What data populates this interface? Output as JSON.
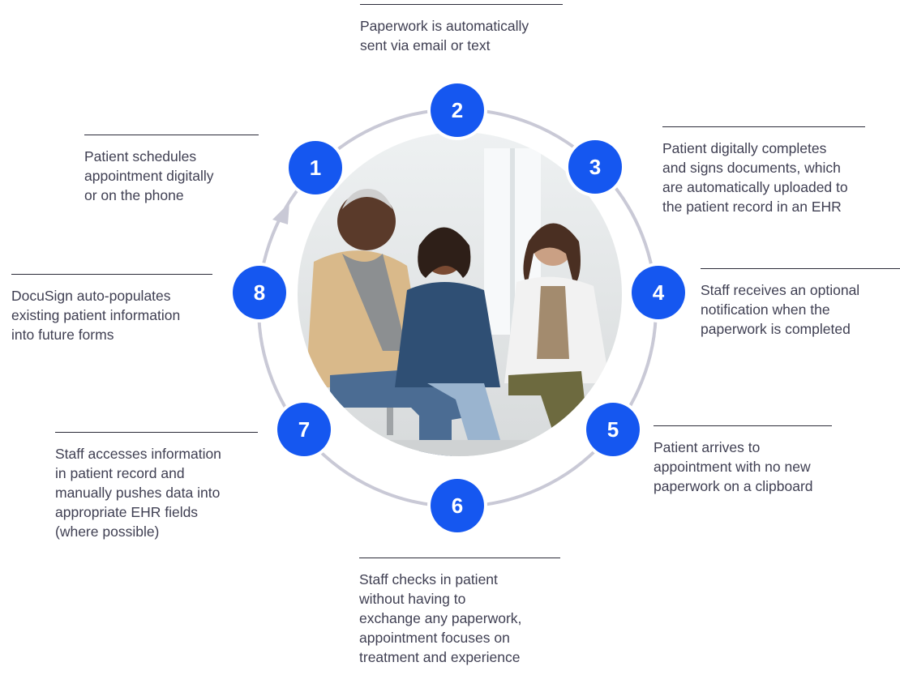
{
  "colors": {
    "badge": "#1557f0",
    "ring": "#c9c9d6",
    "text": "#3f3f52",
    "rule": "#2b2b38"
  },
  "photo": {
    "description_icon": "patients-and-doctor-photo-icon"
  },
  "steps": [
    {
      "number": "1",
      "text": "Patient schedules\nappointment digitally\nor on the phone"
    },
    {
      "number": "2",
      "text": "Paperwork is automatically\nsent via email or text"
    },
    {
      "number": "3",
      "text": "Patient digitally completes\nand signs documents, which\nare automatically uploaded to\nthe patient record in an EHR"
    },
    {
      "number": "4",
      "text": "Staff receives an optional\nnotification when the\npaperwork is completed"
    },
    {
      "number": "5",
      "text": "Patient arrives to\nappointment with no new\npaperwork on a clipboard"
    },
    {
      "number": "6",
      "text": "Staff checks in patient\nwithout having to\nexchange any paperwork,\nappointment focuses on\ntreatment and experience"
    },
    {
      "number": "7",
      "text": "Staff accesses information\nin patient record and\nmanually pushes data into\nappropriate EHR fields\n(where possible)"
    },
    {
      "number": "8",
      "text": "DocuSign auto-populates\nexisting patient information\ninto future forms"
    }
  ]
}
